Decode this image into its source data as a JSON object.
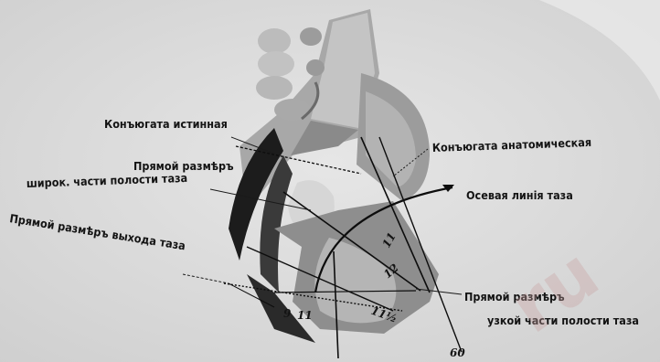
{
  "labels": {
    "konjugata_istinnaya": "Конъюгата истинная",
    "konjugata_anatomicheskaya": "Конъюгата анатомическая",
    "pryamoi_razmer_line1": "Прямой размѣръ",
    "pryamoi_razmer_line2": "широк. части полости таза",
    "osevaya_liniya": "Осевая линія таза",
    "pryamoi_razmer_vyhoda": "Прямой размѣръ выхода таза",
    "pryamoi_razmer_uzkoi_line1": "Прямой размѣръ",
    "pryamoi_razmer_uzkoi_line2": "узкой части полости таза"
  },
  "measurements": {
    "m11": "11",
    "m12": "12",
    "m11_half": "11½",
    "m9": "9",
    "m11_low": "11",
    "angle_60": "60"
  },
  "watermark": "ru"
}
